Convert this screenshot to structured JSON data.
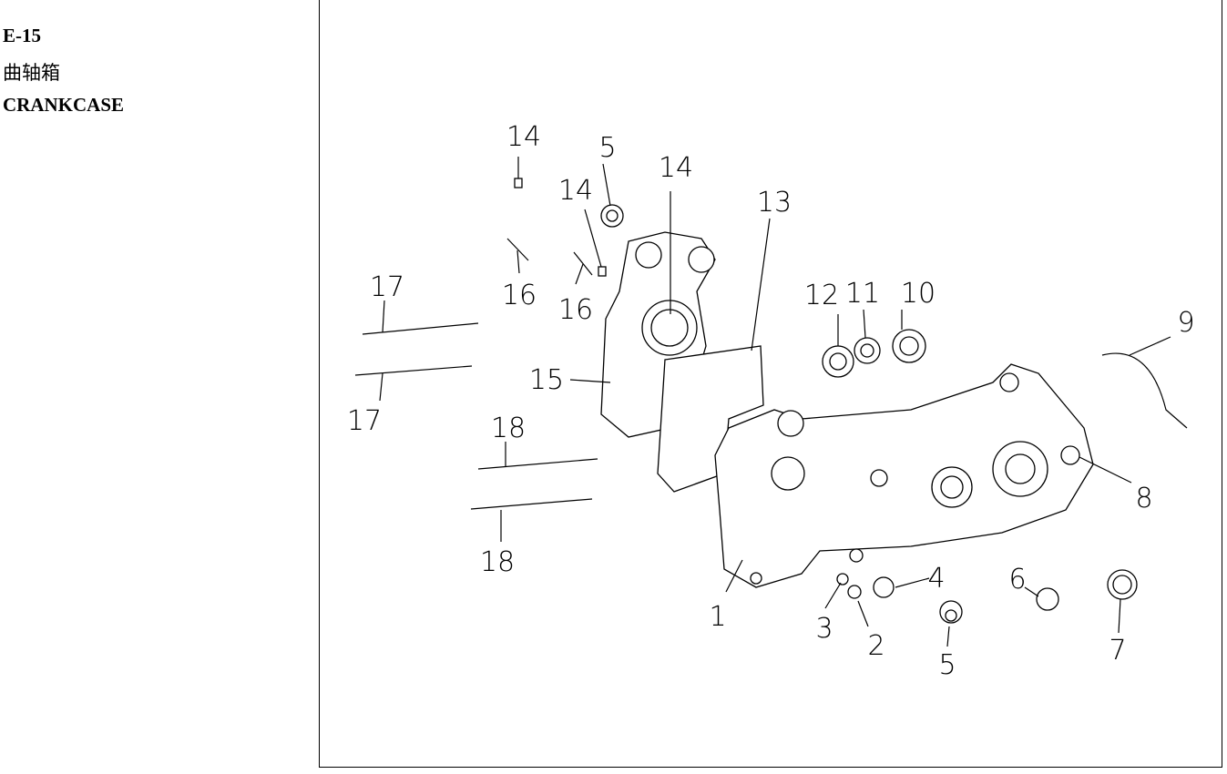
{
  "header": {
    "code": "E-15",
    "title_cn": "曲轴箱",
    "title_en": "CRANKCASE"
  },
  "diagram": {
    "callouts": [
      "14",
      "5",
      "14",
      "14",
      "13",
      "16",
      "16",
      "17",
      "17",
      "15",
      "12",
      "11",
      "10",
      "9",
      "18",
      "18",
      "8",
      "1",
      "3",
      "2",
      "4",
      "5",
      "6",
      "7"
    ]
  }
}
